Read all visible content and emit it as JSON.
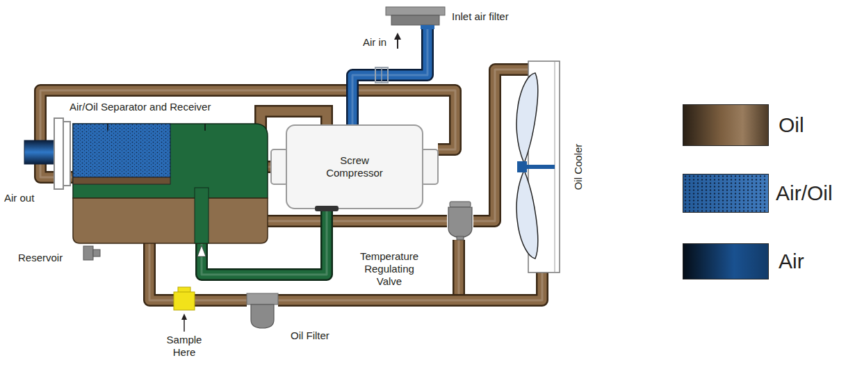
{
  "diagram": {
    "nodes": [
      {
        "text": [
          "Inlet air filter"
        ]
      },
      {
        "text": [
          "Air/Oil Separator and Receiver"
        ]
      },
      {
        "text": [
          "Screw Compressor"
        ]
      },
      {
        "text": [
          "Oil Cooler"
        ]
      },
      {
        "text": [
          "Temperature Regulating Valve"
        ]
      },
      {
        "text": [
          "Oil Filter"
        ]
      }
    ],
    "edges": [
      {
        "from": 0,
        "to": 2,
        "arrow": "none"
      },
      {
        "from": 2,
        "to": 1,
        "arrow": "to"
      },
      {
        "from": 1,
        "to": 5,
        "arrow": "none"
      },
      {
        "from": 5,
        "to": 3,
        "arrow": "none"
      },
      {
        "from": 5,
        "to": 4,
        "arrow": "none"
      },
      {
        "from": 3,
        "to": 4,
        "arrow": "none"
      },
      {
        "from": 4,
        "to": 2,
        "arrow": "none"
      },
      {
        "from": 1,
        "to": 2,
        "arrow": "none"
      }
    ],
    "labels": [
      "Air in",
      "Air out",
      "Reservoir",
      "Sample Here"
    ],
    "legend": [
      {
        "text": "Oil",
        "color": "#8b6a47"
      },
      {
        "text": "Air/Oil",
        "color": "#2a6bb5"
      },
      {
        "text": "Air",
        "color": "#1c5aa0"
      }
    ]
  }
}
